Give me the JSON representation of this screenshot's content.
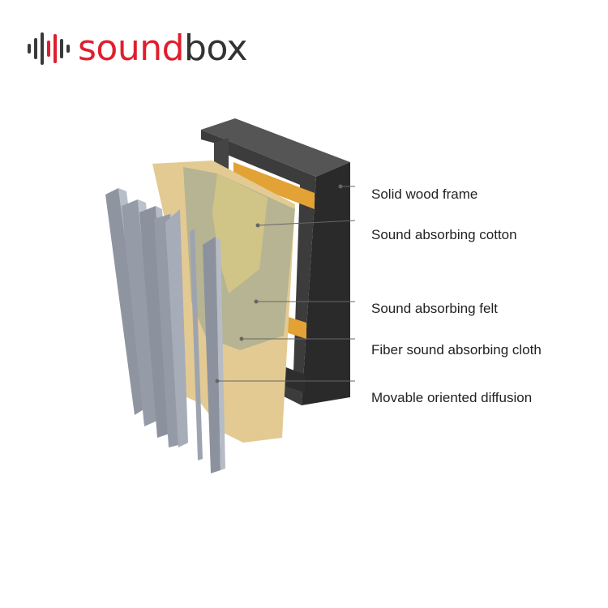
{
  "brand": {
    "sound": "sound",
    "box": "box",
    "red": "#e01e2e",
    "dark": "#333333"
  },
  "labels": [
    "Solid wood frame",
    "Sound absorbing cotton",
    "Sound absorbing felt",
    "Fiber sound absorbing cloth",
    "Movable oriented diffusion"
  ],
  "colors": {
    "frame": "#3a3a3a",
    "bar": "#e0a030",
    "cotton": "#e8d08a",
    "felt": "#a8ad90",
    "cloth": "#e2c990",
    "diffuser": "#9aa0aa"
  }
}
